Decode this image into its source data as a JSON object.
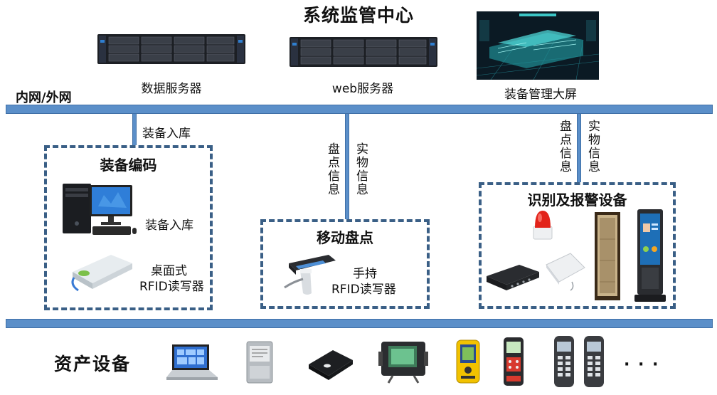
{
  "title": "系统监管中心",
  "servers": {
    "data_server": "数据服务器",
    "web_server": "web服务器",
    "big_screen": "装备管理大屏"
  },
  "network_label": "内网/外网",
  "links": {
    "encode_link": "装备入库",
    "mobile_left": "盘点信息",
    "mobile_right": "实物信息",
    "alarm_left": "盘点信息",
    "alarm_right": "实物信息"
  },
  "encode_box": {
    "title": "装备编码",
    "pc_label": "装备入库",
    "reader_line1": "桌面式",
    "reader_line2": "RFID读写器"
  },
  "mobile_box": {
    "title": "移动盘点",
    "reader_line1": "手持",
    "reader_line2": "RFID读写器"
  },
  "alarm_box": {
    "title": "识别及报警设备"
  },
  "assets": {
    "label": "资产设备",
    "more": "· · ·"
  },
  "colors": {
    "bus": "#5b8fc9",
    "dash": "#3a5f86"
  }
}
